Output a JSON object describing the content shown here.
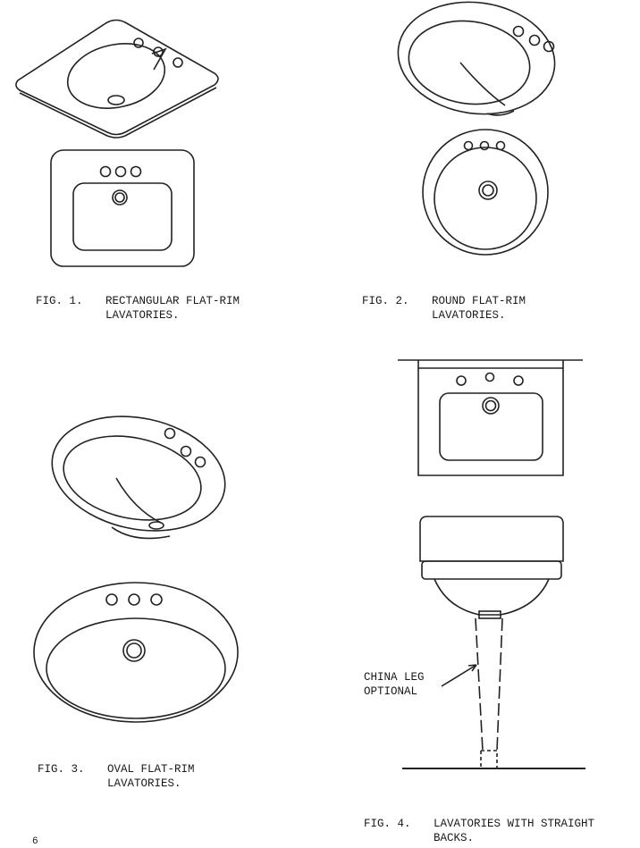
{
  "figures": [
    {
      "number": "FIG. 1.",
      "line1": "RECTANGULAR FLAT-RIM",
      "line2": "LAVATORIES."
    },
    {
      "number": "FIG. 2.",
      "line1": "ROUND FLAT-RIM",
      "line2": "LAVATORIES."
    },
    {
      "number": "FIG. 3.",
      "line1": "OVAL FLAT-RIM",
      "line2": "LAVATORIES."
    },
    {
      "number": "FIG. 4.",
      "line1": "LAVATORIES WITH STRAIGHT",
      "line2": "BACKS."
    }
  ],
  "callout": {
    "line1": "CHINA LEG",
    "line2": "OPTIONAL"
  },
  "page_number": "6"
}
